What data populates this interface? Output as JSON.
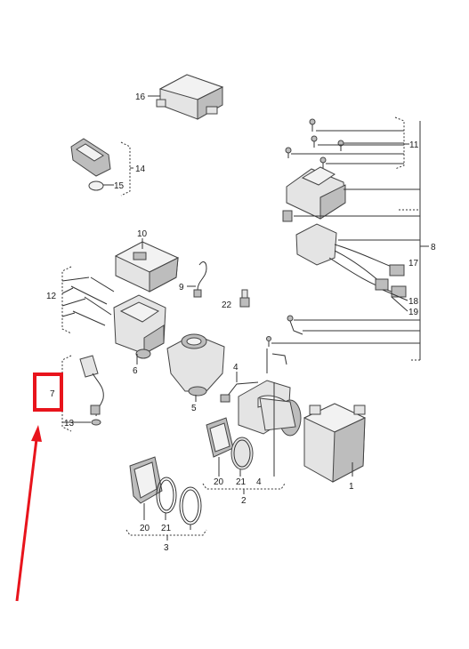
{
  "callouts": {
    "c1": "1",
    "c2": "2",
    "c3": "3",
    "c4": "4",
    "c4b": "4",
    "c5": "5",
    "c6": "6",
    "c7": "7",
    "c8": "8",
    "c9": "9",
    "c10": "10",
    "c11": "11",
    "c12": "12",
    "c13": "13",
    "c14": "14",
    "c15": "15",
    "c16": "16",
    "c17": "17",
    "c18": "18",
    "c19": "19",
    "c20a": "20",
    "c20b": "20",
    "c21a": "21",
    "c21b": "21",
    "c22": "22"
  },
  "highlight": {
    "box_color": "#e8141c",
    "arrow_color": "#e8141c",
    "target": "7"
  }
}
